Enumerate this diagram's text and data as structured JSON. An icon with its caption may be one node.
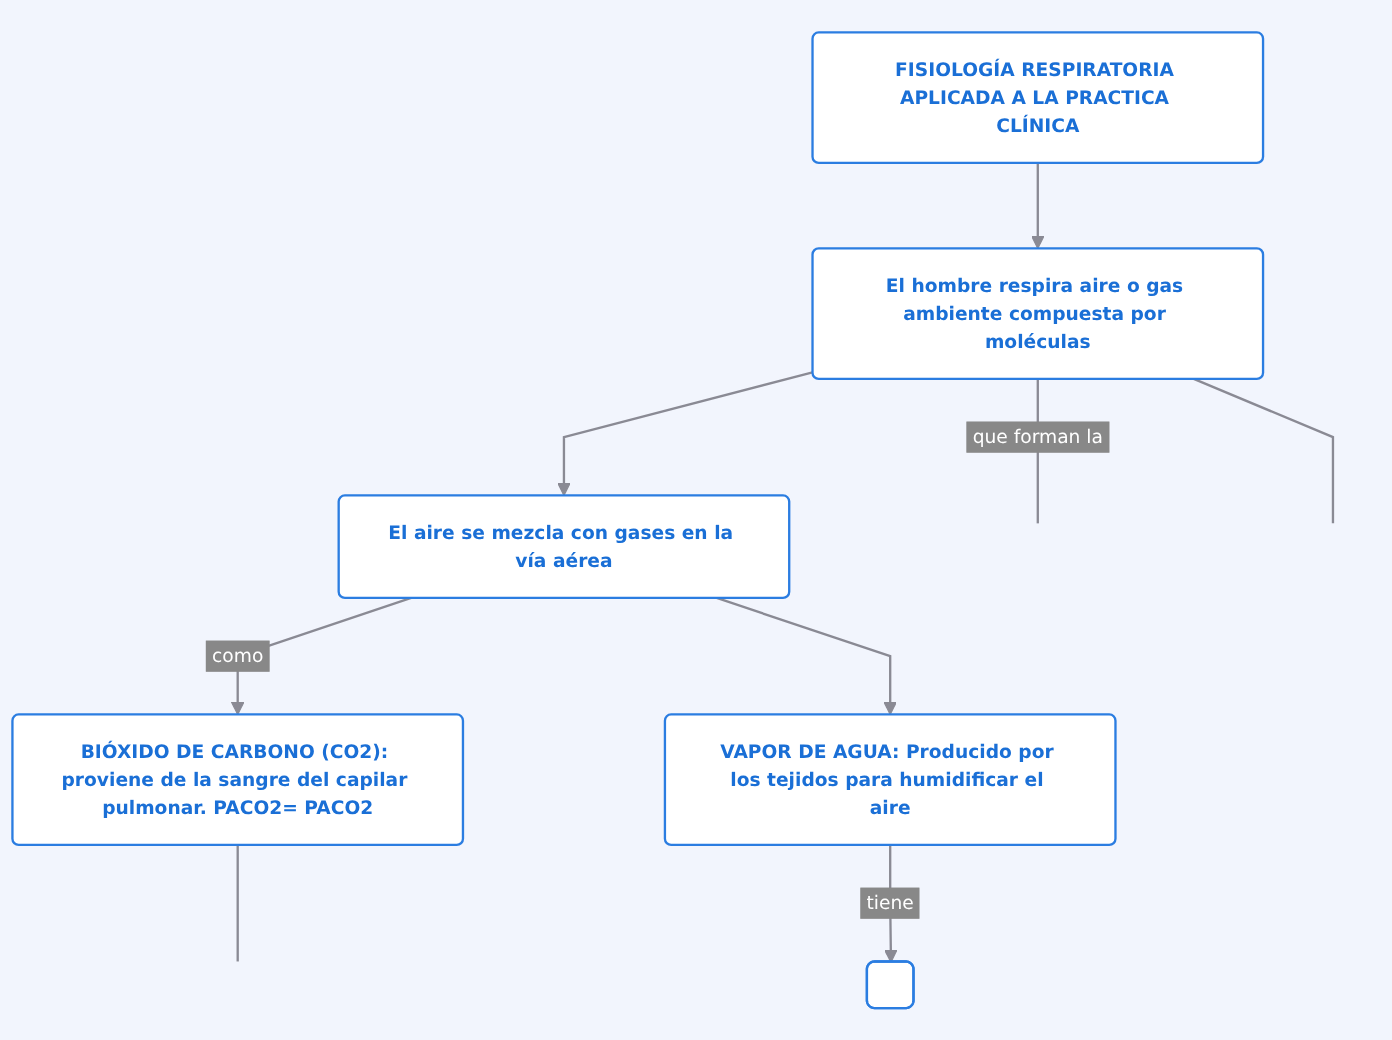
{
  "diagram": {
    "nodes": [
      {
        "text": [
          "FISIOLOGÍA RESPIRATORIA APLICADA A LA PRACTICA CLÍNICA"
        ]
      },
      {
        "text": [
          "El hombre respira aire o gas ambiente compuesta por moléculas"
        ]
      },
      {
        "text": [
          "El aire se mezcla con gases en la vía aérea"
        ]
      },
      {
        "text": [
          "BIÓXIDO DE CARBONO (CO2): proviene de la sangre del capilar pulmonar. PACO2= PACO2"
        ]
      },
      {
        "text": [
          "VAPOR DE AGUA: Producido por los tejidos para humidificar el aire"
        ]
      },
      {
        "text": [],
        "shape": "box"
      }
    ],
    "edges": [
      {
        "from": 0,
        "to": 1,
        "arrow": "to"
      },
      {
        "from": 1,
        "to": null,
        "arrow": "none",
        "label": "que forman la"
      },
      {
        "from": 1,
        "to": null,
        "arrow": "none"
      },
      {
        "from": 1,
        "to": 2,
        "arrow": "to"
      },
      {
        "from": 2,
        "to": 3,
        "arrow": "to",
        "label": "como"
      },
      {
        "from": 2,
        "to": 4,
        "arrow": "to"
      },
      {
        "from": 4,
        "to": 5,
        "arrow": "to",
        "label": "tiene"
      },
      {
        "from": 3,
        "to": null,
        "arrow": "none"
      }
    ]
  }
}
